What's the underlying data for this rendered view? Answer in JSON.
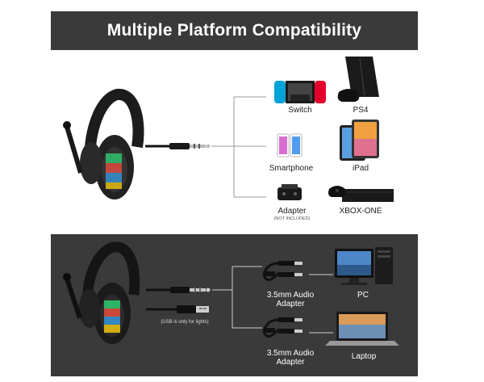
{
  "banner": {
    "title": "Multiple Platform Compatibility"
  },
  "top": {
    "devices": [
      {
        "name": "switch",
        "label": "Switch"
      },
      {
        "name": "ps4",
        "label": "PS4"
      },
      {
        "name": "smartphone",
        "label": "Smartphone"
      },
      {
        "name": "ipad",
        "label": "iPad"
      },
      {
        "name": "adapter",
        "label": "Adapter",
        "note": "(NOT INCLUDED)"
      },
      {
        "name": "xbox-one",
        "label": "XBOX-ONE"
      }
    ]
  },
  "bottom": {
    "usb_note": "(USB is only for lights)",
    "adapter_1": {
      "line1": "3.5mm Audio",
      "line2": "Adapter"
    },
    "adapter_2": {
      "line1": "3.5mm Audio",
      "line2": "Adapter"
    },
    "pc_label": "PC",
    "laptop_label": "Laptop"
  },
  "colors": {
    "banner_bg": "#3a3a3a",
    "bottom_bg": "#3a3a3a",
    "switch_red": "#e4002b",
    "switch_blue": "#00a2d8"
  }
}
